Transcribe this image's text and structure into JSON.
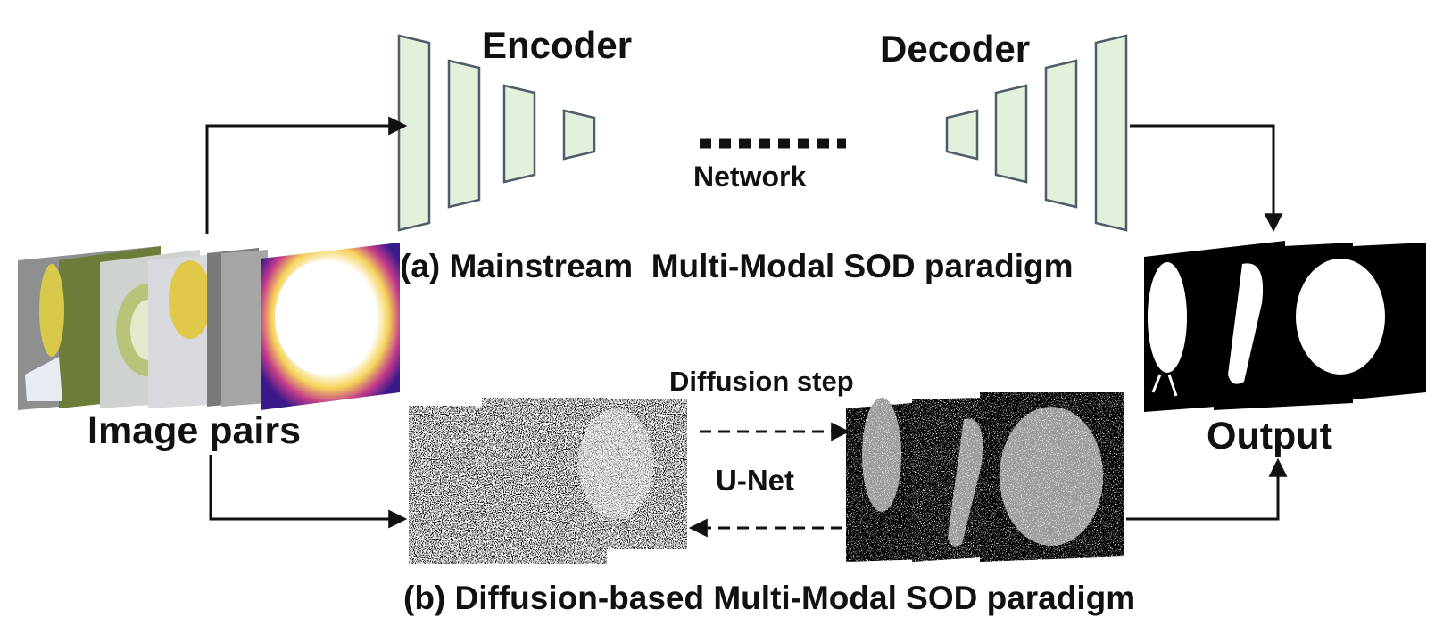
{
  "labels": {
    "encoder": "Encoder",
    "decoder": "Decoder",
    "network": "Network",
    "caption_a": "(a) Mainstream  Multi-Modal SOD paradigm",
    "image_pairs": "Image pairs",
    "output": "Output",
    "diffusion_step": "Diffusion step",
    "unet": "U-Net",
    "caption_b": "(b) Diffusion-based Multi-Modal SOD paradigm"
  },
  "colors": {
    "block_fill": "#e3f0dc",
    "block_stroke": "#4f5d6b",
    "arrow": "#111111",
    "thermal_purple": "#3a1a8a",
    "thermal_glow": "#f2c64a"
  },
  "encoder_blocks": 4,
  "decoder_blocks": 4
}
